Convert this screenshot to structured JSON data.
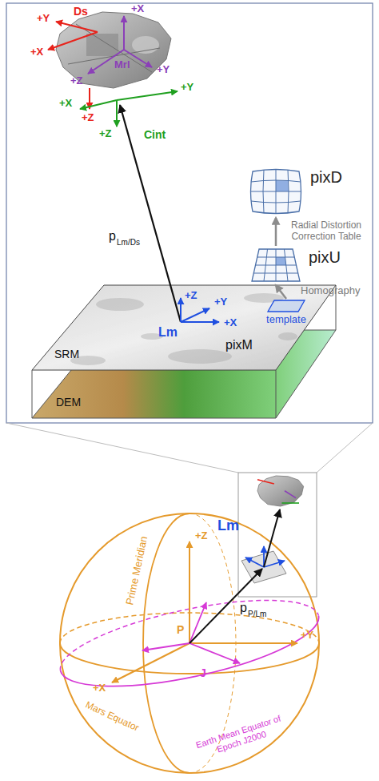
{
  "diagram": {
    "nodes": [
      {
        "text": [
          "pixD"
        ]
      },
      {
        "text": [
          "pixU"
        ]
      },
      {
        "text": [
          "template"
        ]
      }
    ],
    "edges": [
      {
        "from": 2,
        "to": 1,
        "arrow": "to"
      },
      {
        "from": 1,
        "to": 0,
        "arrow": "to"
      }
    ],
    "labels": [
      "+Y",
      "Ds",
      "+X",
      "+X",
      "Mrl",
      "+Z",
      "+Y",
      "+X",
      "+Y",
      "+Z",
      "+Z",
      "Cint",
      "Radial Distortion Correction Table",
      "Homography",
      "p",
      "Lm/Ds",
      "+Z",
      "+Y",
      "Lm",
      "+X",
      "SRM",
      "pixM",
      "DEM",
      "+Z",
      "Prime Meridian",
      "Lm",
      "P",
      "J",
      "+Y",
      "+X",
      "Mars Equator",
      "Earth Mean Equator of Epoch J2000",
      "p",
      "P/Lm"
    ]
  }
}
